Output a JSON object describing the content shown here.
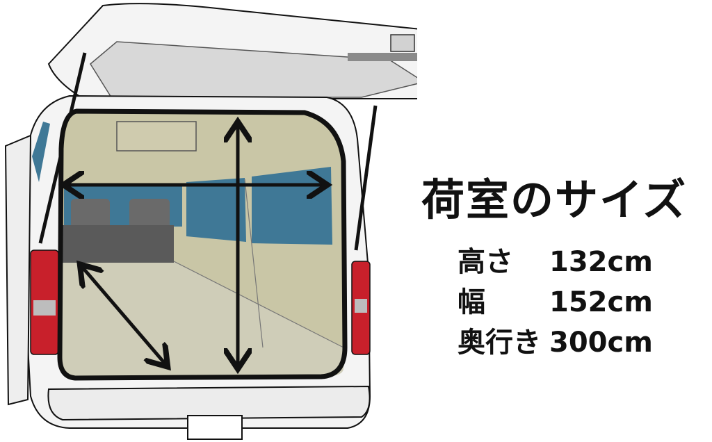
{
  "title": "荷室のサイズ",
  "specs": [
    {
      "label": "高さ",
      "value": "132cm"
    },
    {
      "label": "幅",
      "value": "152cm"
    },
    {
      "label": "奥行き",
      "value": "300cm"
    }
  ],
  "colors": {
    "body": "#f4f4f4",
    "outline": "#111111",
    "cargo_wall": "#c9c6a6",
    "cargo_floor": "#cfcdb8",
    "window": "#3f7896",
    "taillight": "#c8202b",
    "seat": "#5a5a5a",
    "arrow": "#111111"
  }
}
